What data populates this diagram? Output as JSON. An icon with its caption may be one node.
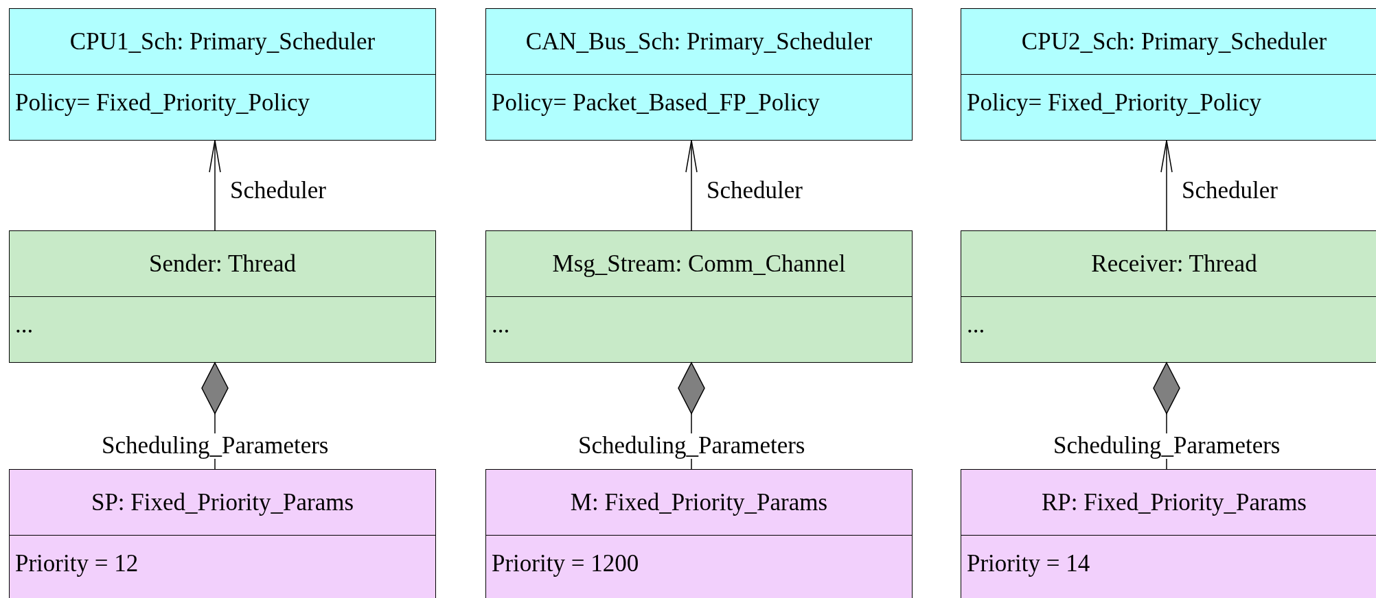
{
  "diagram": {
    "nodes": [
      {
        "text": [
          "CPU1_Sch: Primary_Scheduler",
          "Policy= Fixed_Priority_Policy"
        ]
      },
      {
        "text": [
          "CAN_Bus_Sch: Primary_Scheduler",
          "Policy= Packet_Based_FP_Policy"
        ]
      },
      {
        "text": [
          "CPU2_Sch: Primary_Scheduler",
          "Policy= Fixed_Priority_Policy"
        ]
      },
      {
        "text": [
          "Sender: Thread",
          "..."
        ]
      },
      {
        "text": [
          "Msg_Stream: Comm_Channel",
          "..."
        ]
      },
      {
        "text": [
          "Receiver: Thread",
          "..."
        ]
      },
      {
        "text": [
          "SP: Fixed_Priority_Params",
          "Priority = 12"
        ]
      },
      {
        "text": [
          "M: Fixed_Priority_Params",
          "Priority = 1200"
        ]
      },
      {
        "text": [
          "RP: Fixed_Priority_Params",
          "Priority = 14"
        ]
      }
    ],
    "edges": [
      {
        "from": 3,
        "to": 0,
        "arrow": "to",
        "label": "Scheduler"
      },
      {
        "from": 4,
        "to": 1,
        "arrow": "to",
        "label": "Scheduler"
      },
      {
        "from": 5,
        "to": 2,
        "arrow": "to",
        "label": "Scheduler"
      },
      {
        "from": 3,
        "to": 6,
        "arrow": "other",
        "label": "Scheduling_Parameters"
      },
      {
        "from": 4,
        "to": 7,
        "arrow": "other",
        "label": "Scheduling_Parameters"
      },
      {
        "from": 5,
        "to": 8,
        "arrow": "other",
        "label": "Scheduling_Parameters"
      }
    ]
  }
}
